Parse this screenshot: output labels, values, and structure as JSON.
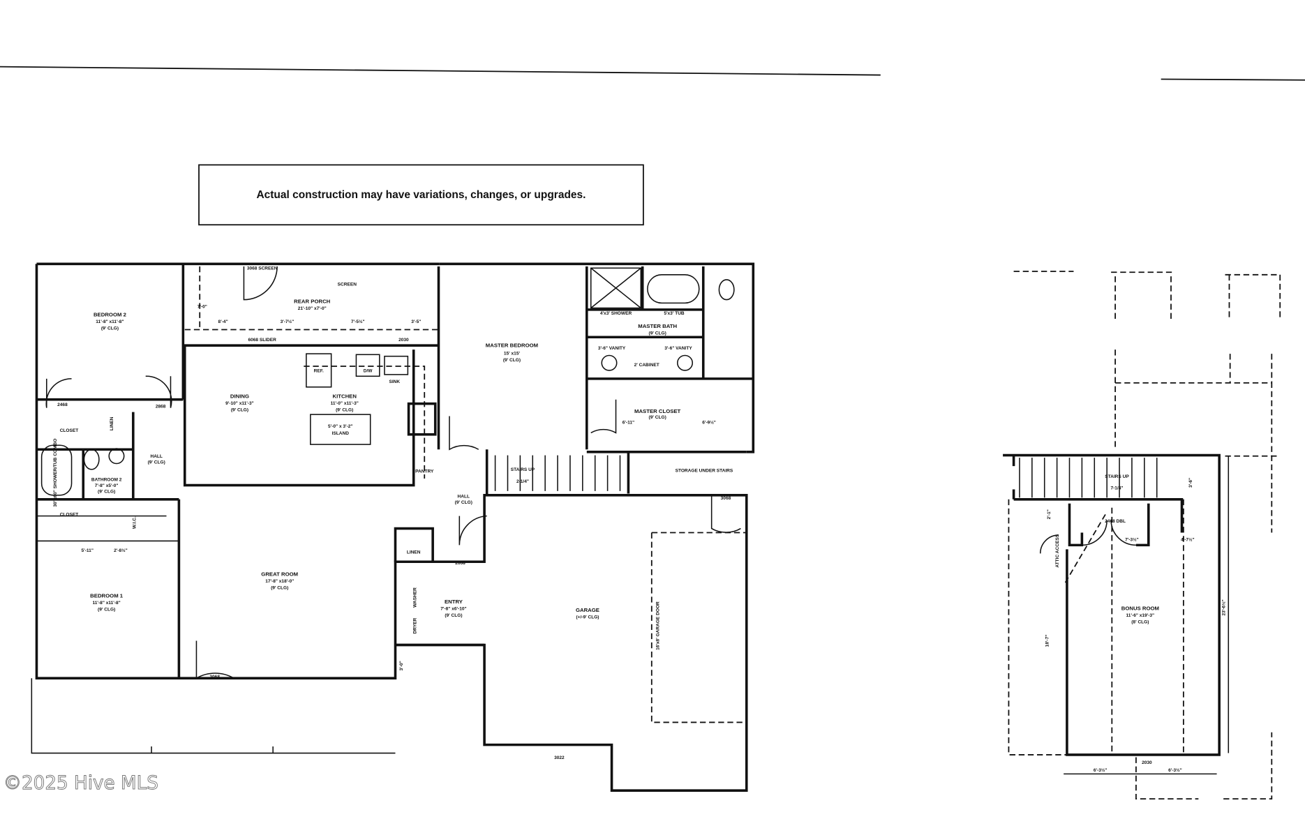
{
  "disclaimer": "Actual construction may have variations, changes, or upgrades.",
  "watermark": "©2025 Hive MLS",
  "main_floor": {
    "bedroom2": {
      "name": "BEDROOM 2",
      "size": "11'-8\" x11'-8\"",
      "clg": "(9' CLG)"
    },
    "rear_porch": {
      "name": "REAR PORCH",
      "size": "21'-10\" x7'-0\"",
      "screen": "SCREEN",
      "door": "3068 SCREEN",
      "depth": "7'-0\""
    },
    "porch_dims": [
      "8'-4\"",
      "3'-7½\"",
      "7'-5½\"",
      "3'-5\""
    ],
    "slider": "6068 SLIDER",
    "window_2030": "2030",
    "dining": {
      "name": "DINING",
      "size": "9'-10\" x11'-3\"",
      "clg": "(9' CLG)"
    },
    "kitchen": {
      "name": "KITCHEN",
      "size": "11'-0\" x11'-3\"",
      "clg": "(9' CLG)",
      "ref": "REF.",
      "dw": "D/W",
      "sink": "SINK",
      "pantry": "PANTRY"
    },
    "island": {
      "size": "5'-0\" x 3'-2\"",
      "name": "ISLAND"
    },
    "master_bedroom": {
      "name": "MASTER BEDROOM",
      "size": "15' x15'",
      "clg": "(9' CLG)"
    },
    "master_bath": {
      "name": "MASTER BATH",
      "clg": "(9' CLG)",
      "shower": "4'x3' SHOWER",
      "tub": "5'x3' TUB",
      "vanity": "3'-6\" VANITY",
      "cabinet": "2' CABINET"
    },
    "master_closet": {
      "name": "MASTER CLOSET",
      "clg": "(9' CLG)",
      "dim1": "6'-11\"",
      "dim2": "6'-9½\""
    },
    "stairs": {
      "name": "STAIRS UP",
      "detail": "2-1/4\""
    },
    "storage": {
      "name": "STORAGE UNDER STAIRS"
    },
    "hall": {
      "name": "HALL",
      "clg": "(9' CLG)"
    },
    "bathroom2": {
      "name": "BATHROOM 2",
      "size": "7'-8\" x5'-0\"",
      "clg": "(9' CLG)",
      "tub": "30\"x60\" SHOWER/TUB COMBO"
    },
    "closet": "CLOSET",
    "linen": "LINEN",
    "wic": "W.I.C.",
    "bedroom1": {
      "name": "BEDROOM 1",
      "size": "11'-8\" x11'-8\"",
      "clg": "(9' CLG)",
      "dim1": "5'-11\"",
      "dim2": "2'-8½\""
    },
    "great_room": {
      "name": "GREAT ROOM",
      "size": "17'-8\" x18'-0\"",
      "clg": "(9' CLG)",
      "door": "3068"
    },
    "entry": {
      "name": "ENTRY",
      "size": "7'-8\" x6'-10\"",
      "clg": "(9' CLG)",
      "washer": "WASHER",
      "dryer": "DRYER"
    },
    "door_codes": [
      "2468",
      "2868",
      "2668",
      "3068"
    ],
    "porch_dim": "3'-0\"",
    "garage": {
      "name": "GARAGE",
      "clg": "(+/-9' CLG)",
      "door": "16'x8' GARAGE DOOR",
      "window": "3022"
    }
  },
  "bonus_floor": {
    "bonus_room": {
      "name": "BONUS ROOM",
      "size": "11'-6\" x19'-3\"",
      "clg": "(8' CLG)"
    },
    "stairs": {
      "name": "STAIRS UP",
      "detail": "7-1/4\""
    },
    "attic": "ATTIC ACCESS",
    "closet_door": "2468 DBL",
    "dims": [
      "2'-1\"",
      "7'-3½\"",
      "4'-7½\"",
      "3'-6\"",
      "18'-7\"",
      "23'-6½\"",
      "6'-3½\"",
      "6'-3½\""
    ],
    "window": "2030"
  }
}
